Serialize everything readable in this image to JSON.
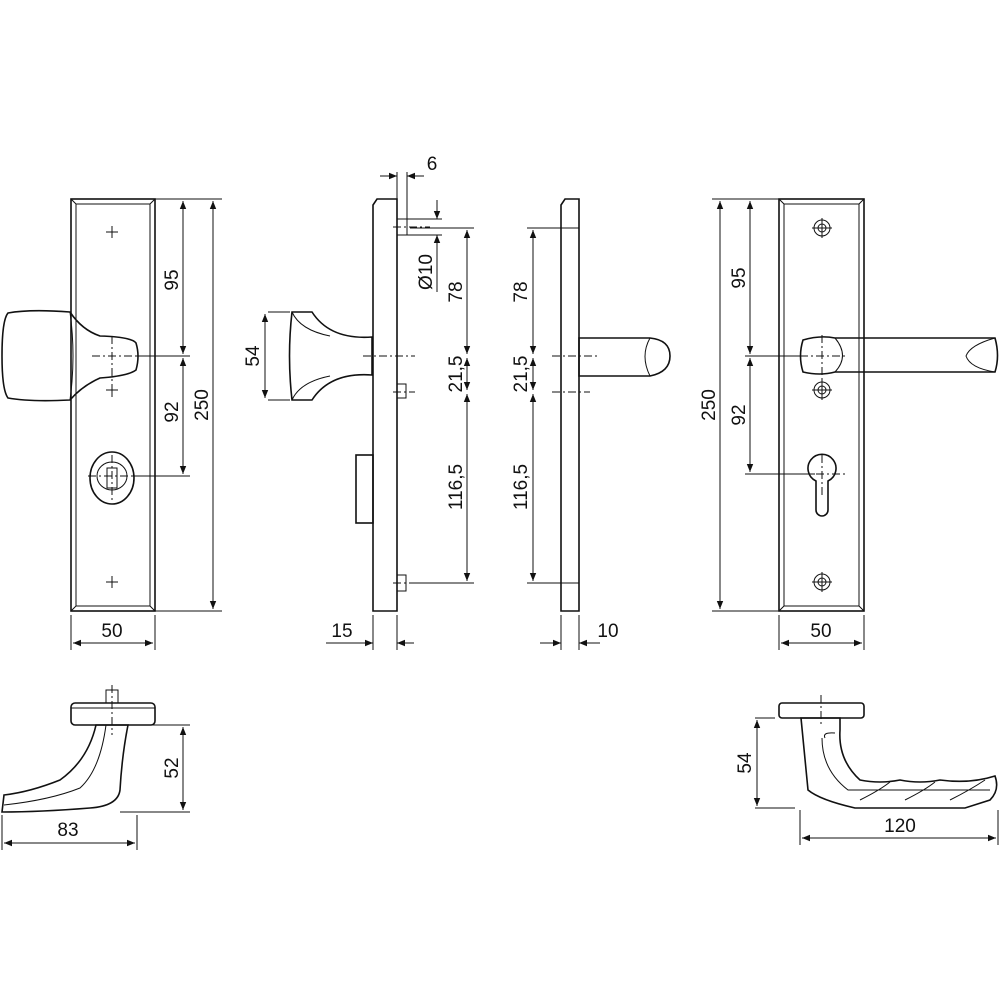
{
  "title": "Door handle set technical drawing",
  "dimensions": {
    "front_knob_plate": {
      "top_to_center": "95",
      "center_to_cylinder": "92",
      "plate_height": "250",
      "plate_width": "50"
    },
    "side_knob_view": {
      "pin_offset": "6",
      "pin_diameter": "Ø10",
      "knob_height": "54",
      "top_to_center": "78",
      "center_to_pin": "21,5",
      "pin_to_bottom": "116,5",
      "projection": "15"
    },
    "side_lever_view": {
      "top_to_center": "78",
      "center_to_pin": "21,5",
      "pin_to_bottom": "116,5",
      "thickness": "10"
    },
    "front_lever_plate": {
      "top_to_center": "95",
      "center_to_cylinder": "92",
      "plate_height": "250",
      "plate_width": "50"
    },
    "knob_profile": {
      "height": "52",
      "length": "83"
    },
    "lever_profile": {
      "height": "54",
      "length": "120"
    }
  },
  "colors": {
    "line": "#111111",
    "background": "#ffffff"
  }
}
